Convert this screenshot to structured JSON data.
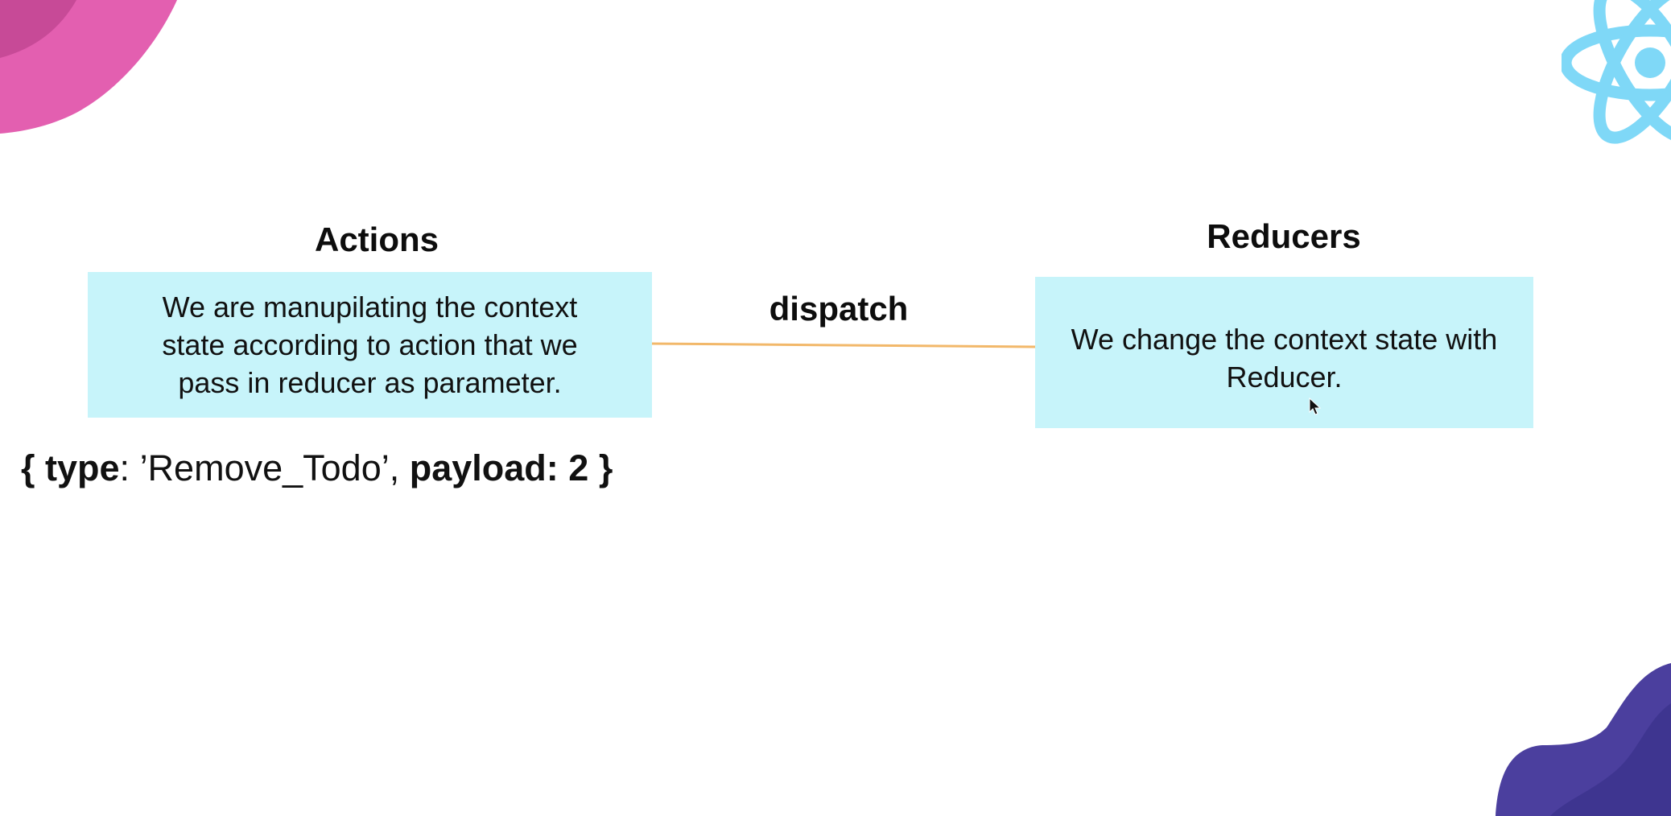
{
  "diagram": {
    "nodes": [
      {
        "id": "actions",
        "title": "Actions",
        "text": "We are manupilating the context state according to action that we pass in reducer as parameter."
      },
      {
        "id": "reducers",
        "title": "Reducers",
        "text": "We change the context state with Reducer."
      }
    ],
    "edges": [
      {
        "from": "actions",
        "to": "reducers",
        "label": "dispatch"
      }
    ]
  },
  "action_example": {
    "open_brace": "{ ",
    "type_key": "type",
    "type_sep": ": ",
    "type_value": "’Remove_Todo’",
    "comma": ", ",
    "payload_key": "payload:",
    "payload_value": " 2 }"
  },
  "icons": {
    "top_right": "react-logo-icon",
    "cursor": "mouse-pointer-icon"
  },
  "colors": {
    "box_fill": "#c7f4fa",
    "connector": "#f2b86a",
    "react_logo": "#7fd8f7",
    "top_left_blob": "#e05fae",
    "bottom_right_blob": "#4b3f9e"
  }
}
